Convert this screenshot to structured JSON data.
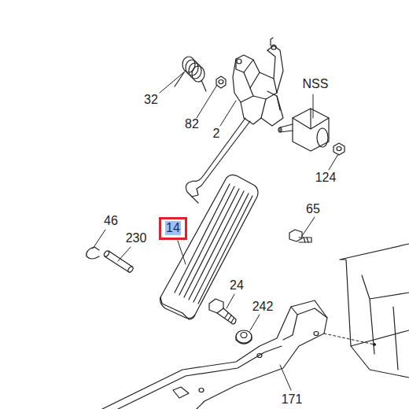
{
  "diagram": {
    "nodes": [
      {
        "text": [
          "14"
        ]
      }
    ],
    "labels": [
      "32",
      "82",
      "2",
      "NSS",
      "124",
      "65",
      "46",
      "230",
      "24",
      "242",
      "171"
    ]
  }
}
